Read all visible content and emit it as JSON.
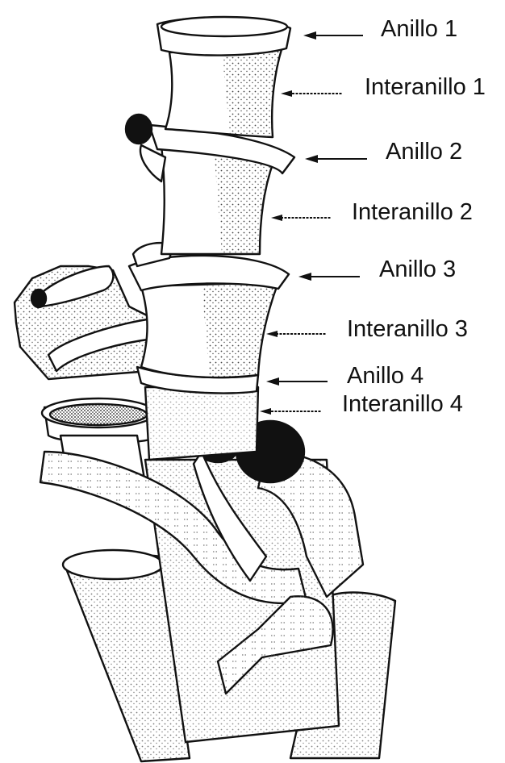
{
  "labels": {
    "anillo_1": "Anillo 1",
    "interanillo_1": "Interanillo 1",
    "anillo_2": "Anillo 2",
    "interanillo_2": "Interanillo 2",
    "anillo_3": "Anillo 3",
    "interanillo_3": "Interanillo 3",
    "anillo_4": "Anillo 4",
    "interanillo_4": "Interanillo 4"
  },
  "colors": {
    "ink": "#111111",
    "paper": "#ffffff",
    "stipple": "#3a3a3a"
  }
}
